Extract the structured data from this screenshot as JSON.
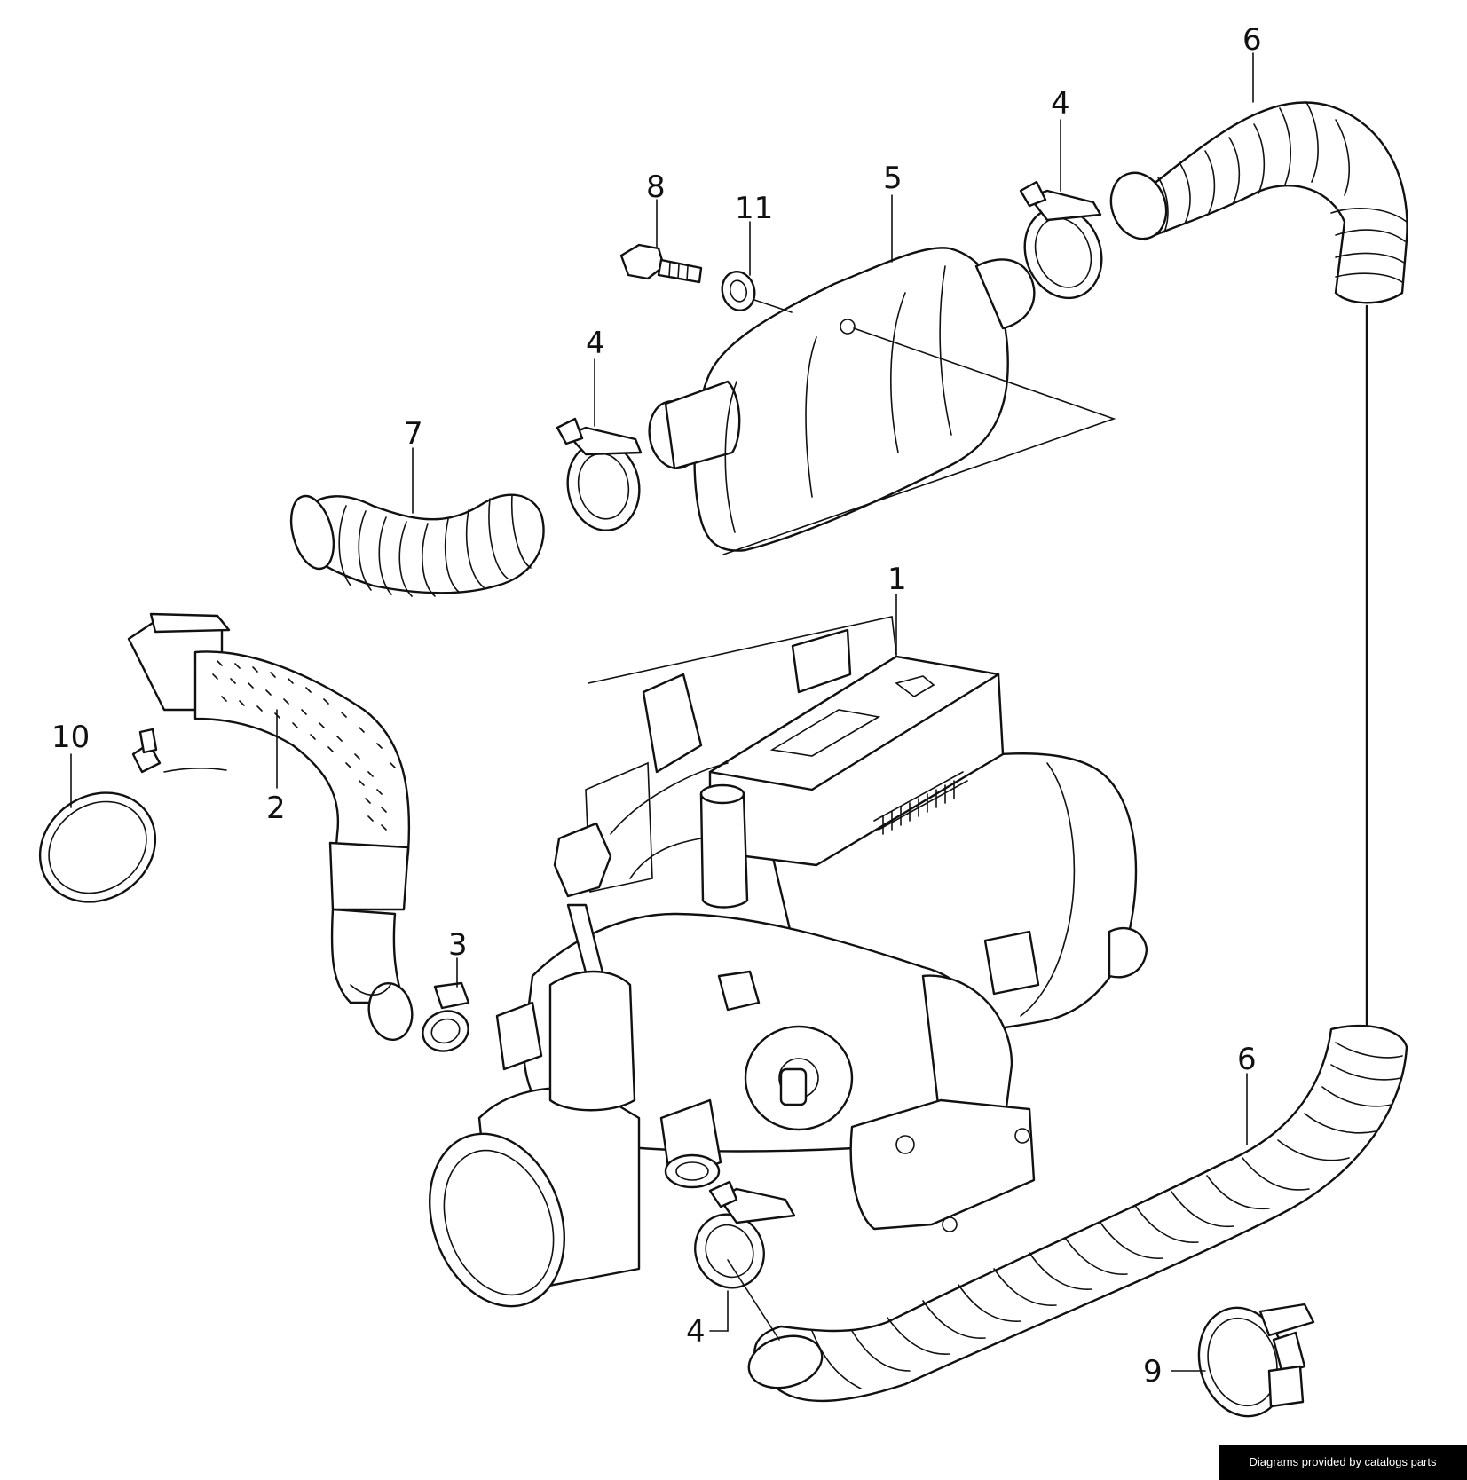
{
  "callouts": [
    {
      "id": "c1",
      "text": "1"
    },
    {
      "id": "c2",
      "text": "2"
    },
    {
      "id": "c3",
      "text": "3"
    },
    {
      "id": "c4a",
      "text": "4"
    },
    {
      "id": "c4b",
      "text": "4"
    },
    {
      "id": "c4c",
      "text": "4"
    },
    {
      "id": "c5",
      "text": "5"
    },
    {
      "id": "c6a",
      "text": "6"
    },
    {
      "id": "c6b",
      "text": "6"
    },
    {
      "id": "c7",
      "text": "7"
    },
    {
      "id": "c8",
      "text": "8"
    },
    {
      "id": "c9",
      "text": "9"
    },
    {
      "id": "c10",
      "text": "10"
    },
    {
      "id": "c11",
      "text": "11"
    }
  ],
  "credit": "Diagrams provided by catalogs parts"
}
